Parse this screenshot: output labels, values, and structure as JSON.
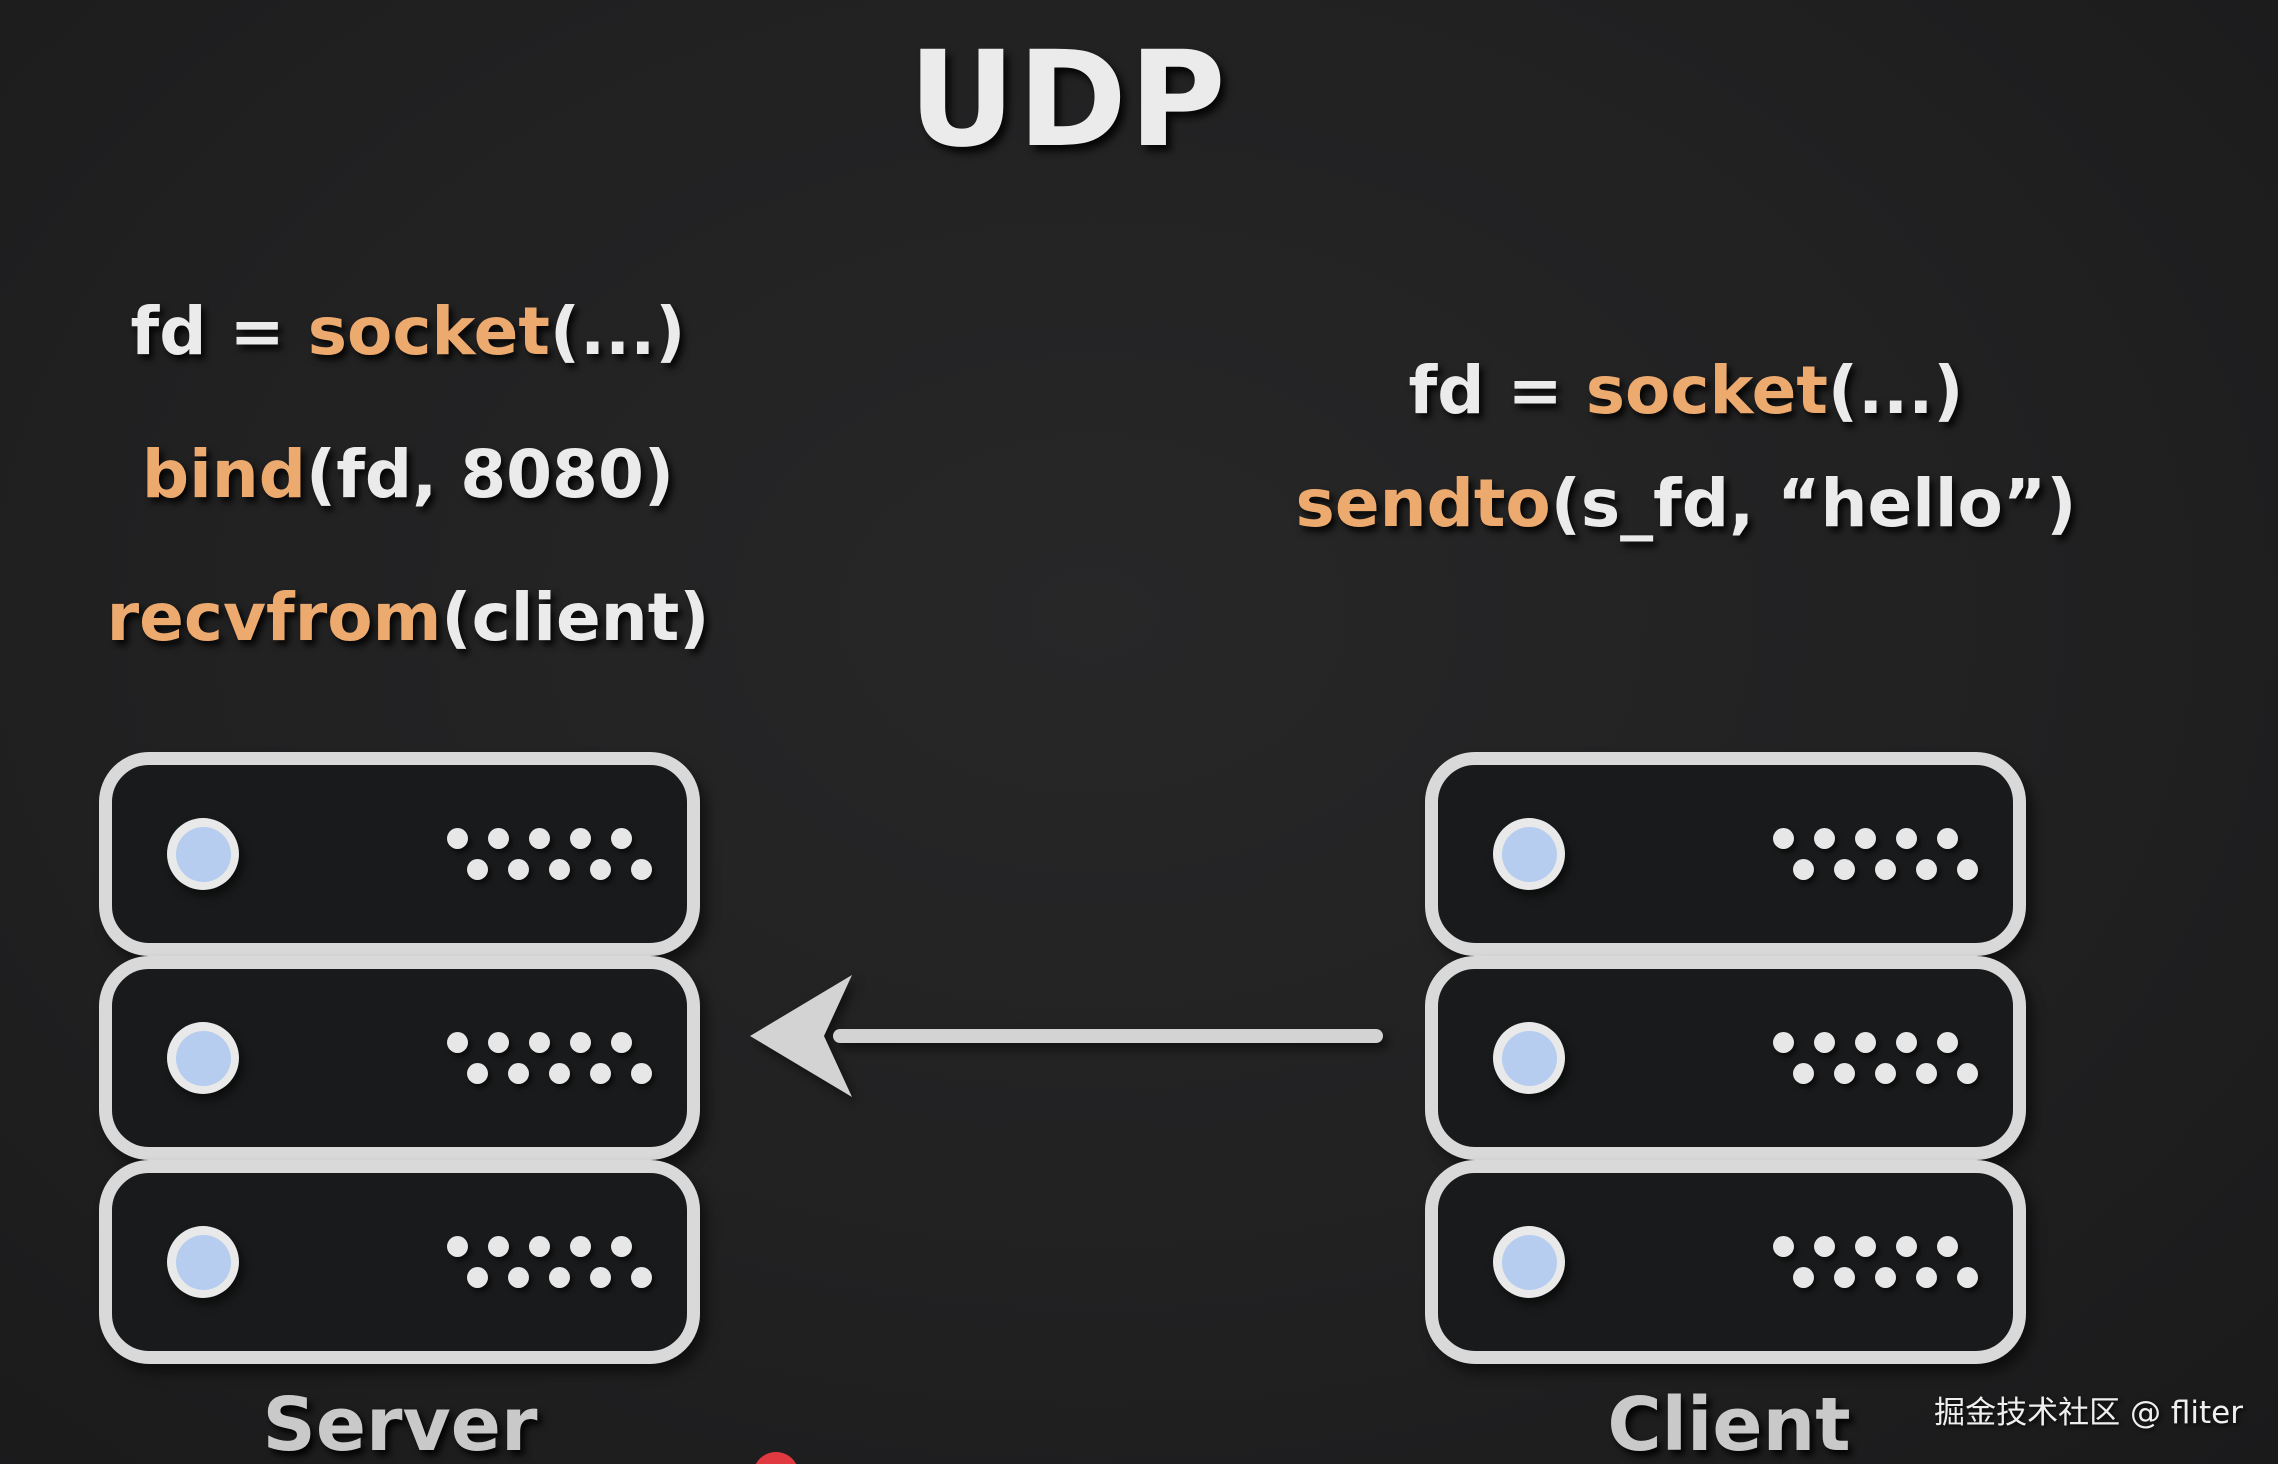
{
  "title": "UDP",
  "server": {
    "label": "Server",
    "code": [
      {
        "pre": "fd = ",
        "fn": "socket",
        "args": "(...)"
      },
      {
        "pre": "",
        "fn": "bind",
        "args": "(fd, 8080)"
      },
      {
        "pre": "",
        "fn": "recvfrom",
        "args": "(client)"
      }
    ]
  },
  "client": {
    "label": "Client",
    "code": [
      {
        "pre": "fd = ",
        "fn": "socket",
        "args": "(...)"
      },
      {
        "pre": "",
        "fn": "sendto",
        "args": "(s_fd, “hello”)"
      }
    ]
  },
  "arrow": {
    "direction": "client-to-server"
  },
  "watermark": "掘金技术社区 @ fliter",
  "colors": {
    "background": "#212122",
    "text_white": "#ebebeb",
    "accent_orange": "#edaa6f",
    "label_gray": "#c9c9c9",
    "rack_border": "#d9d9d9",
    "rack_fill": "#191a1b",
    "led_blue": "#b6cdf0",
    "arrow_gray": "#d3d3d3",
    "record_red": "#e03a40"
  }
}
